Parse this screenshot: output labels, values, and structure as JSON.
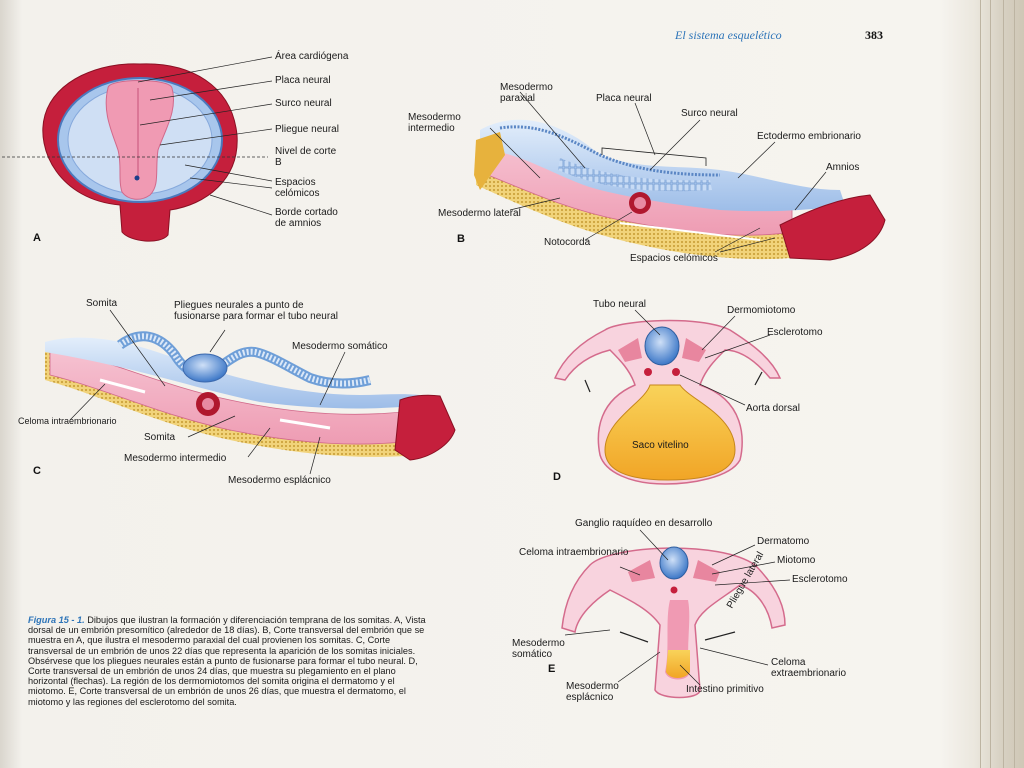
{
  "header": {
    "title": "El sistema esquelético",
    "page_number": "383"
  },
  "panels": {
    "a": "A",
    "b": "B",
    "c": "C",
    "d": "D",
    "e": "E"
  },
  "panel_a": {
    "area_cardiogena": "Área cardiógena",
    "placa_neural": "Placa neural",
    "surco_neural": "Surco neural",
    "pliegue_neural": "Pliegue neural",
    "nivel_corte": "Nivel de corte B",
    "espacios_celomicos": "Espacios celómicos",
    "borde_cortado": "Borde cortado de amnios"
  },
  "panel_b": {
    "mesodermo_paraxial": "Mesodermo paraxial",
    "placa_neural": "Placa neural",
    "surco_neural": "Surco neural",
    "mesodermo_intermedio": "Mesodermo intermedio",
    "ectodermo": "Ectodermo embrionario",
    "amnios": "Amnios",
    "mesodermo_lateral": "Mesodermo lateral",
    "notocorda": "Notocorda",
    "espacios_celomicos": "Espacios celómicos"
  },
  "panel_c": {
    "somita_top": "Somita",
    "pliegues": "Pliegues neurales a punto de fusionarse para formar el tubo neural",
    "mesodermo_somatico": "Mesodermo somático",
    "celoma": "Celoma intraembrionario",
    "somita_bottom": "Somita",
    "mesodermo_intermedio": "Mesodermo intermedio",
    "mesodermo_esplacnico": "Mesodermo esplácnico"
  },
  "panel_d": {
    "tubo_neural": "Tubo neural",
    "dermomiotomo": "Dermomiotomo",
    "esclerotomo": "Esclerotomo",
    "aorta_dorsal": "Aorta dorsal",
    "saco_vitelino": "Saco vitelino"
  },
  "panel_e": {
    "ganglio": "Ganglio raquídeo en desarrollo",
    "dermatomo": "Dermatomo",
    "celoma_intra": "Celoma intraembrionario",
    "miotomo": "Miotomo",
    "esclerotomo": "Esclerotomo",
    "pliegue_lateral": "Pliegue lateral",
    "mesodermo_somatico": "Mesodermo somático",
    "celoma_extra": "Celoma extraembrionario",
    "mesodermo_esplacnico": "Mesodermo esplácnico",
    "intestino": "Intestino primitivo"
  },
  "caption": {
    "label": "Figura 15 - 1.",
    "text": "Dibujos que ilustran la formación y diferenciación temprana de los somitas. A, Vista dorsal de un embrión presomítico (alrededor de 18 días). B, Corte transversal del embrión que se muestra en A, que ilustra el mesodermo paraxial del cual provienen los somitas. C, Corte transversal de un embrión de unos 22 días que representa la aparición de los somitas iniciales. Obsérvese que los pliegues neurales están a punto de fusionarse para formar el tubo neural. D, Corte transversal de un embrión de unos 24 días, que muestra su plegamiento en el plano horizontal (flechas). La región de los dermomiotomos del somita origina el dermatomo y el miotomo. E, Corte transversal de un embrión de unos 26 días, que muestra el dermatomo, el miotomo y las regiones del esclerotomo del somita."
  },
  "colors": {
    "amnion_red": "#c0203a",
    "pink_tissue": "#f2a9bd",
    "light_pink": "#f8d3de",
    "neural_blue": "#6f9fd8",
    "ecto_blue": "#a8c6ec",
    "yolk_yellow": "#f5c437",
    "yolk_orange": "#f0a030",
    "accent_blue": "#2d74b8"
  }
}
